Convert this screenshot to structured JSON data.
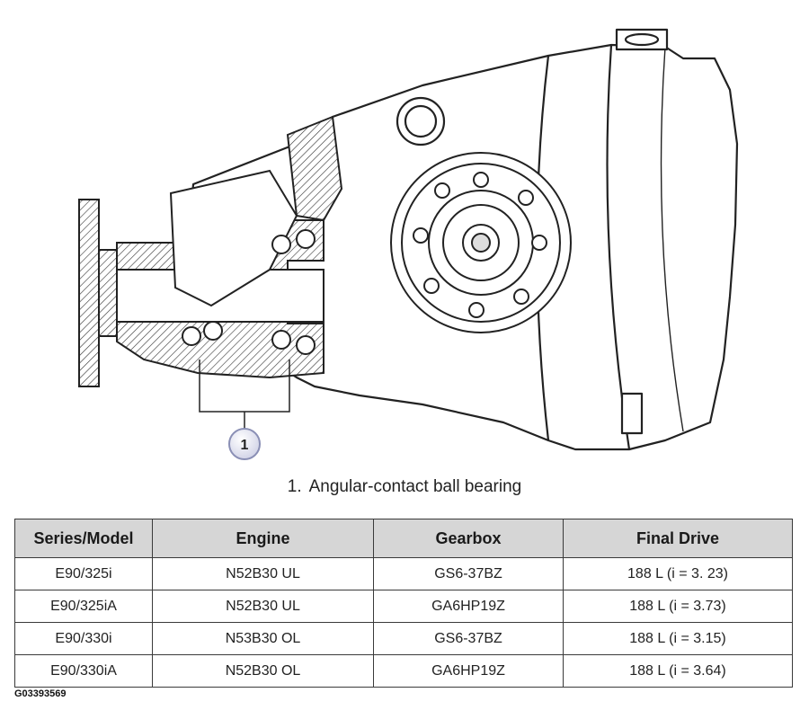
{
  "callout": {
    "number": "1"
  },
  "caption": {
    "number": "1.",
    "text": "Angular-contact ball bearing"
  },
  "table": {
    "headers": [
      "Series/Model",
      "Engine",
      "Gearbox",
      "Final Drive"
    ],
    "rows": [
      [
        "E90/325i",
        "N52B30 UL",
        "GS6-37BZ",
        "188 L (i = 3. 23)"
      ],
      [
        "E90/325iA",
        "N52B30 UL",
        "GA6HP19Z",
        "188 L (i = 3.73)"
      ],
      [
        "E90/330i",
        "N53B30 OL",
        "GS6-37BZ",
        "188 L (i = 3.15)"
      ],
      [
        "E90/330iA",
        "N52B30 OL",
        "GA6HP19Z",
        "188 L (i = 3.64)"
      ]
    ]
  },
  "figure_id": "G03393569",
  "colors": {
    "line": "#222222",
    "callout_fill": "#ecebf4",
    "callout_ring": "#8a8fb5",
    "header_bg": "#d6d6d6"
  }
}
